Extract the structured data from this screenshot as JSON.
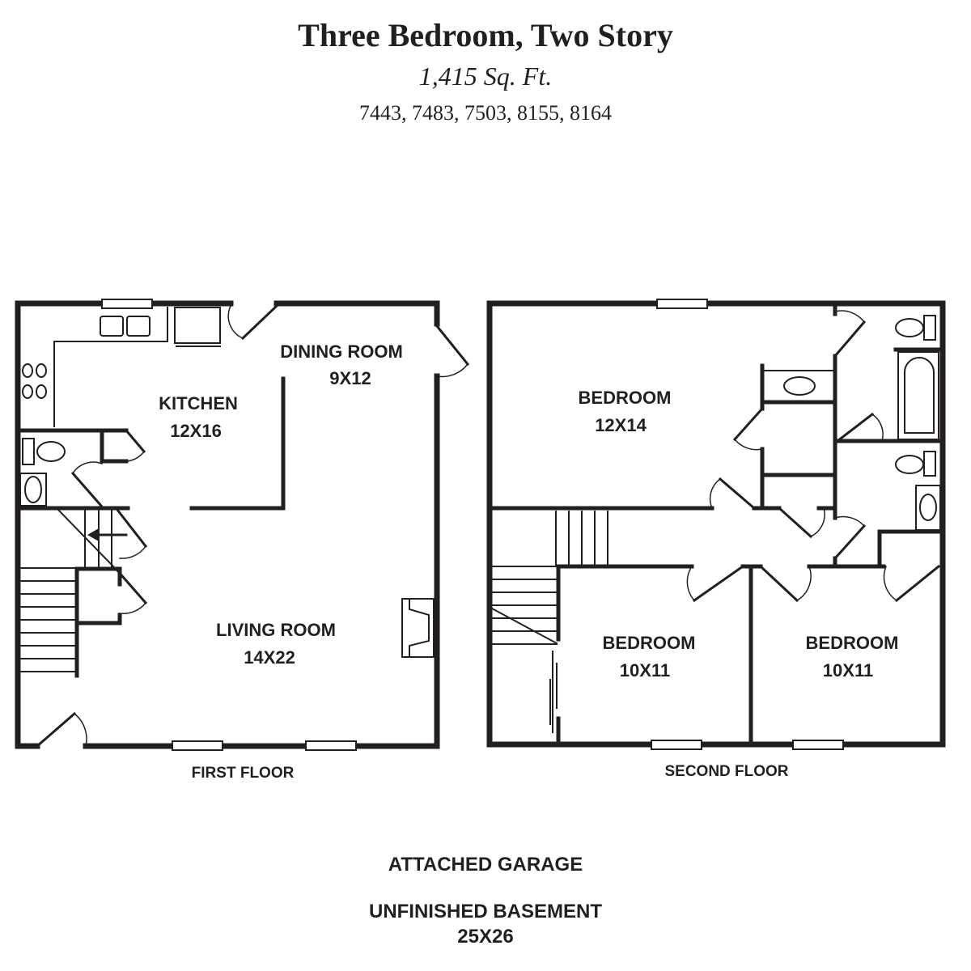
{
  "header": {
    "title": "Three Bedroom, Two Story",
    "area": "1,415 Sq. Ft.",
    "unit_numbers": "7443, 7483, 7503, 8155, 8164"
  },
  "first_floor": {
    "label": "FIRST FLOOR",
    "rooms": [
      {
        "name": "KITCHEN",
        "size": "12X16"
      },
      {
        "name": "DINING ROOM",
        "size": "9X12"
      },
      {
        "name": "LIVING ROOM",
        "size": "14X22"
      }
    ]
  },
  "second_floor": {
    "label": "SECOND FLOOR",
    "rooms": [
      {
        "name": "BEDROOM",
        "size": "12X14"
      },
      {
        "name": "BEDROOM",
        "size": "10X11"
      },
      {
        "name": "BEDROOM",
        "size": "10X11"
      }
    ]
  },
  "extras": {
    "garage": "ATTACHED GARAGE",
    "basement": "UNFINISHED BASEMENT",
    "basement_size": "25X26"
  },
  "colors": {
    "ink": "#231f20",
    "background": "#ffffff"
  }
}
